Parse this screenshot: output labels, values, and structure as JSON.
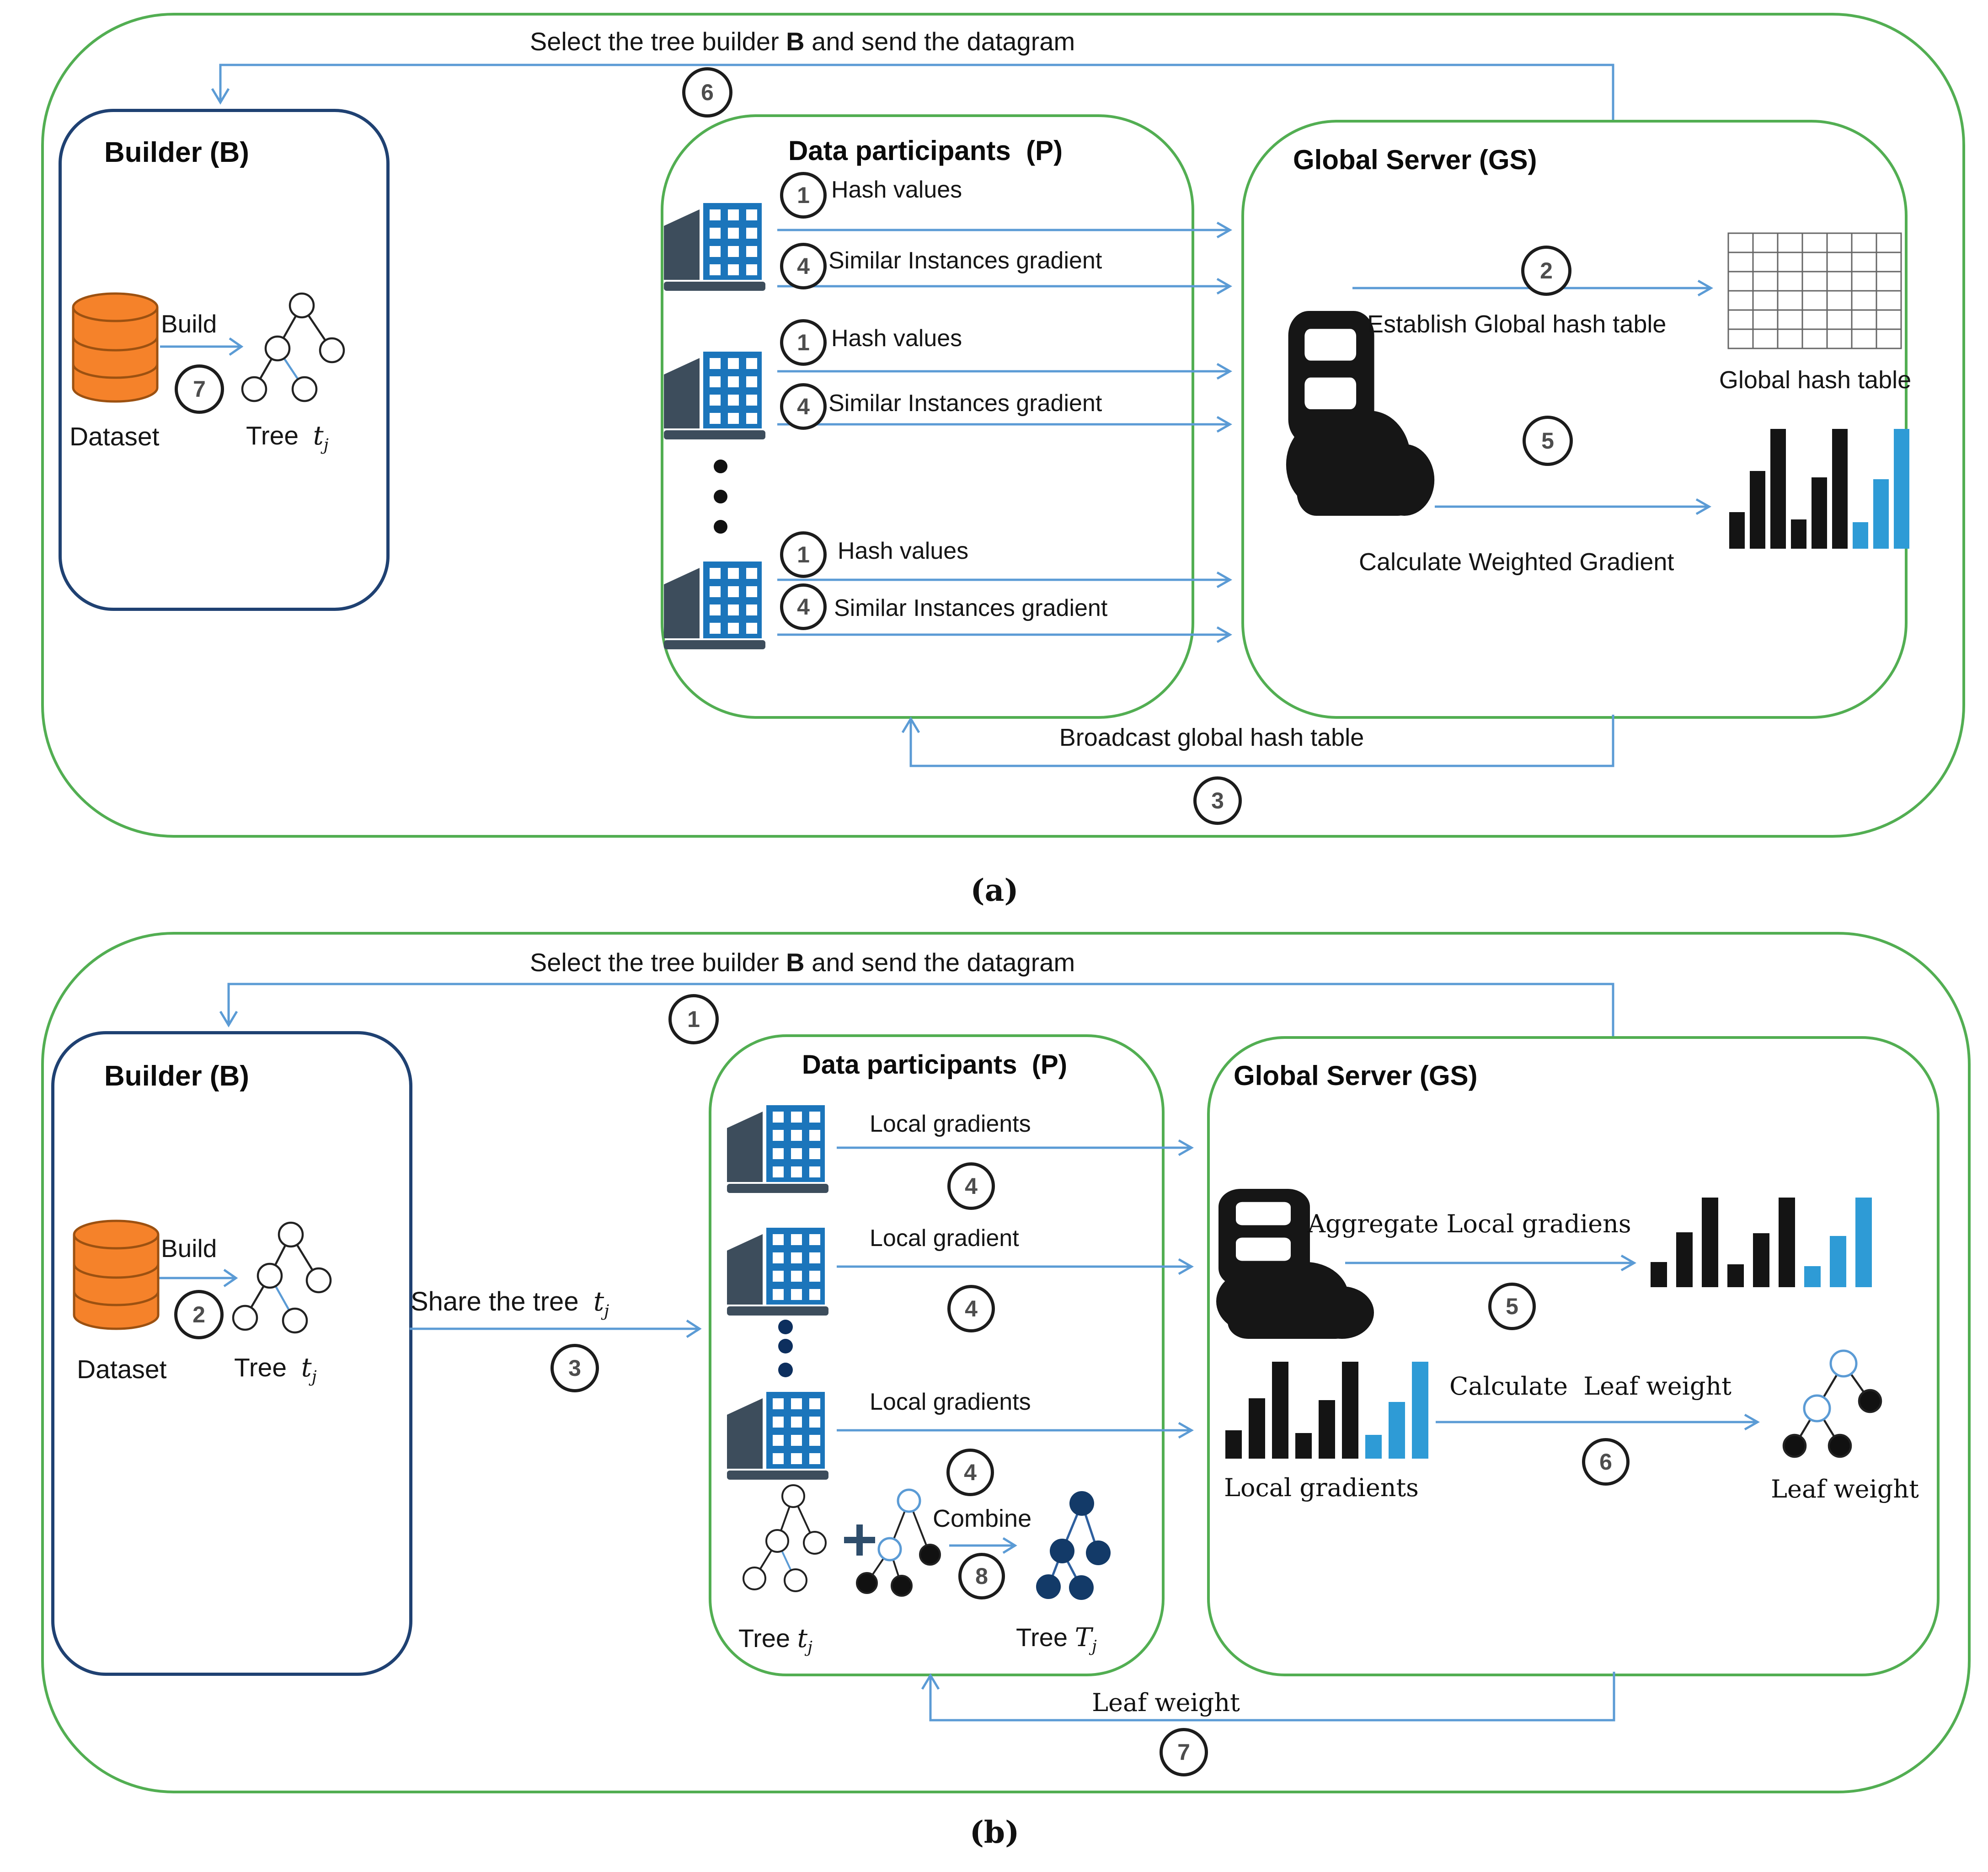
{
  "colors": {
    "box_green": "#52ae52",
    "box_navy": "#1f4172",
    "arrow_blue": "#5b9bd5",
    "building_blue": "#1b75bb",
    "building_dark": "#3d4d5c",
    "database_fill": "#f5822a",
    "database_stroke": "#9c5111",
    "bar_black": "#141414",
    "bar_blue": "#2e9bd6",
    "tree_navy": "#133a68"
  },
  "icons": {
    "database": "cylinder-stack",
    "participant": "office-building",
    "server": "cloud-server",
    "hash_table": "grid-table",
    "gradients": "bar-chart",
    "tree": "node-tree",
    "combine_plus": "+",
    "ellipsis": "vertical-dots"
  },
  "panel_a": {
    "caption": "(a)",
    "select_flow": {
      "prefix": "Select the tree builder ",
      "bold": "B",
      "suffix": " and send the datagram",
      "step": "6"
    },
    "builder": {
      "title": "Builder (B)",
      "build_label": "Build",
      "build_step": "7",
      "dataset_label": "Dataset",
      "tree_label": "Tree",
      "tree_var": "t",
      "tree_sub": "j"
    },
    "participants": {
      "title": "Data participants  (P)",
      "rows": [
        {
          "step1": "1",
          "label1": "Hash values",
          "step2": "4",
          "label2": "Similar Instances gradient"
        },
        {
          "step1": "1",
          "label1": "Hash values",
          "step2": "4",
          "label2": "Similar Instances gradient"
        },
        {
          "step1": "1",
          "label1": "Hash values",
          "step2": "4",
          "label2": "Similar Instances gradient"
        }
      ]
    },
    "server": {
      "title": "Global Server (GS)",
      "establish_step": "2",
      "establish_label": "Establish Global hash table",
      "hash_table_label": "Global hash table",
      "calc_step": "5",
      "calc_label": "Calculate Weighted Gradient"
    },
    "broadcast": {
      "label": "Broadcast global hash table",
      "step": "3"
    }
  },
  "panel_b": {
    "caption": "(b)",
    "select_flow": {
      "prefix": "Select the tree builder ",
      "bold": "B",
      "suffix": " and send the datagram",
      "step": "1"
    },
    "builder": {
      "title": "Builder (B)",
      "build_label": "Build",
      "build_step": "2",
      "dataset_label": "Dataset",
      "tree_label": "Tree",
      "tree_var": "t",
      "tree_sub": "j"
    },
    "share": {
      "label": "Share the tree",
      "var": "t",
      "sub": "j",
      "step": "3"
    },
    "participants": {
      "title": "Data participants  (P)",
      "rows": [
        {
          "label": "Local gradients",
          "step": "4"
        },
        {
          "label": "Local gradient",
          "step": "4"
        },
        {
          "label": "Local gradients",
          "step": "4"
        }
      ],
      "combine": {
        "label": "Combine",
        "step": "8",
        "tree_small_label": "Tree",
        "tree_small_var": "t",
        "tree_small_sub": "j",
        "tree_big_label": "Tree",
        "tree_big_var": "T",
        "tree_big_sub": "j"
      }
    },
    "server": {
      "title": "Global Server (GS)",
      "aggregate_label": "Aggregate Local gradiens",
      "aggregate_step": "5",
      "local_gradients_label": "Local gradients",
      "calc_label": "Calculate  Leaf weight",
      "calc_step": "6",
      "leaf_weight_label": "Leaf weight"
    },
    "return_flow": {
      "label": "Leaf weight",
      "step": "7"
    }
  }
}
